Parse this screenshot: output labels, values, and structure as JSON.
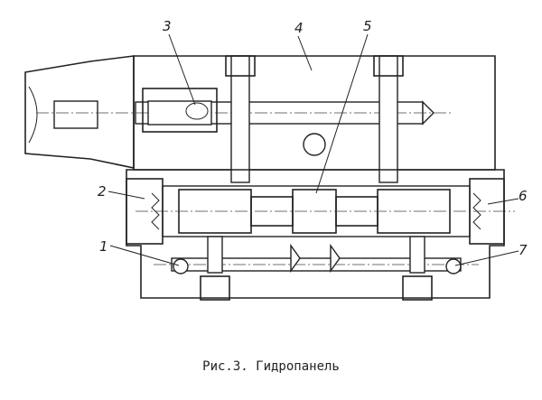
{
  "figure": {
    "caption": "Рис.3. Гидропанель",
    "callouts": [
      {
        "id": "c1",
        "text": "1"
      },
      {
        "id": "c2",
        "text": "2"
      },
      {
        "id": "c3",
        "text": "3"
      },
      {
        "id": "c4",
        "text": "4"
      },
      {
        "id": "c5",
        "text": "5"
      },
      {
        "id": "c6",
        "text": "6"
      },
      {
        "id": "c7",
        "text": "7"
      }
    ]
  }
}
